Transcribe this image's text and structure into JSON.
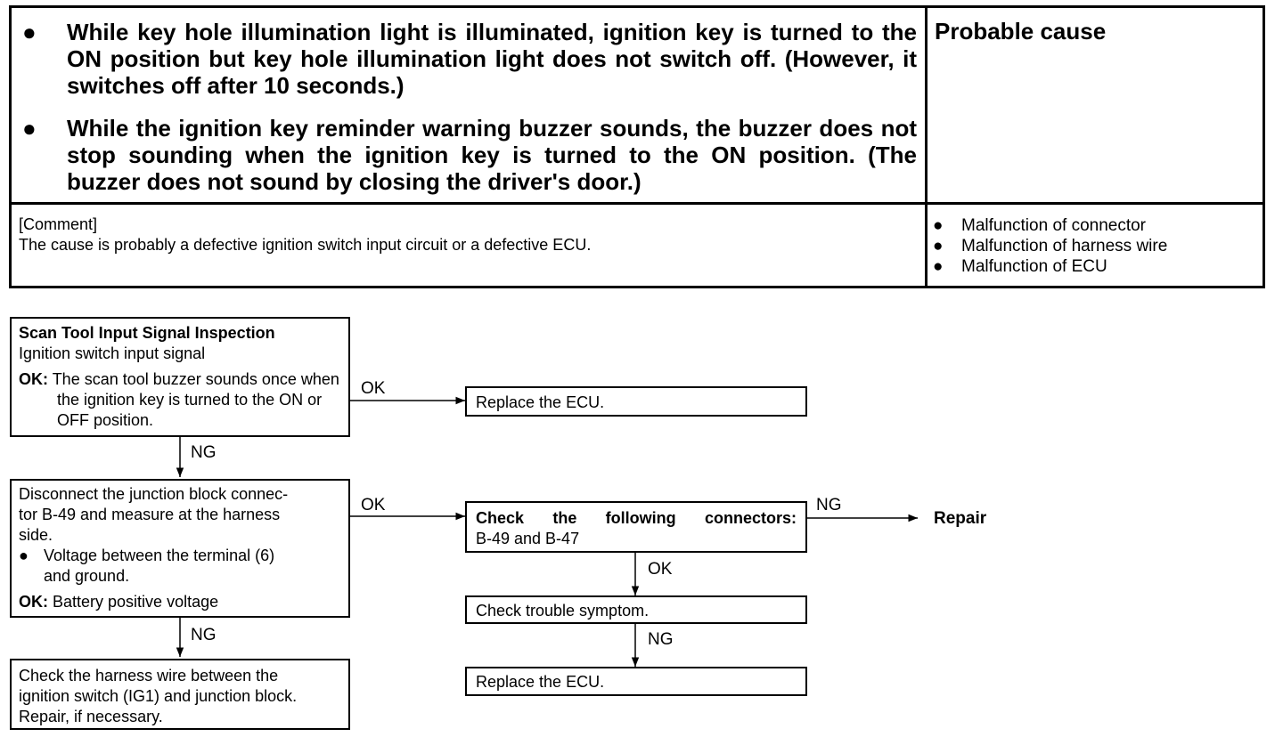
{
  "table": {
    "symptoms": [
      {
        "bullet": "●",
        "text": "While key hole illumination light is illuminated, ignition key is turned to the ON position but key hole illumination light does not switch off. (However, it switches off after 10 seconds.)"
      },
      {
        "bullet": "●",
        "text": "While the ignition key reminder warning buzzer sounds, the buzzer does not stop sounding when the ignition key is turned to the ON position. (The buzzer does not sound by closing the driver's door.)"
      }
    ],
    "cause_header": "Probable cause",
    "comment_label": "[Comment]",
    "comment_text": "The cause is probably a defective ignition switch input circuit or a defective ECU.",
    "causes": [
      {
        "bullet": "●",
        "text": "Malfunction of connector"
      },
      {
        "bullet": "●",
        "text": "Malfunction of harness wire"
      },
      {
        "bullet": "●",
        "text": "Malfunction of ECU"
      }
    ]
  },
  "flow": {
    "box1": {
      "title": "Scan Tool Input Signal Inspection",
      "subtitle": "Ignition switch input signal",
      "ok_label": "OK:",
      "ok_text": "The scan tool buzzer sounds once when the ignition key is turned to the ON or OFF position."
    },
    "box2": {
      "line1": "Disconnect the junction block connec-",
      "line2": "tor B-49 and measure at the harness",
      "line3": "side.",
      "bullet": "●",
      "bullet_text_1": "Voltage between the terminal (6)",
      "bullet_text_2": "and ground.",
      "ok_label": "OK:",
      "ok_text": "Battery positive voltage"
    },
    "box3": {
      "line1": "Check the harness wire between the",
      "line2": "ignition switch (IG1) and junction block.",
      "line3": "Repair, if necessary."
    },
    "replace1": "Replace the ECU.",
    "check_connectors": {
      "line1": "Check the following connectors:",
      "line2": "B-49 and B-47"
    },
    "check_symptom": "Check trouble symptom.",
    "replace2": "Replace the ECU.",
    "repair": "Repair",
    "labels": {
      "ok1": "OK",
      "ng1": "NG",
      "ok2": "OK",
      "ng2": "NG",
      "ng3": "NG",
      "ok3": "OK",
      "ng4": "NG"
    }
  }
}
